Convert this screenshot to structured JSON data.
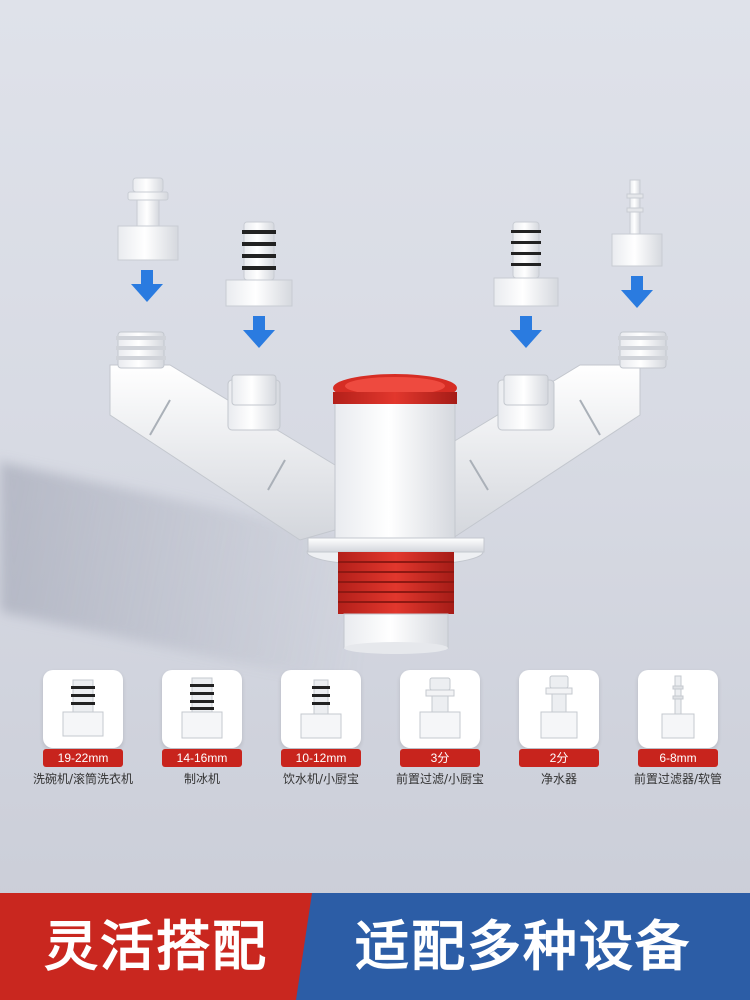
{
  "fittings": [
    {
      "size": "19-22mm",
      "use": "洗碗机/滚筒洗衣机",
      "icon": "barbed-hose-nut-icon"
    },
    {
      "size": "14-16mm",
      "use": "制冰机",
      "icon": "barbed-hose-nut-icon"
    },
    {
      "size": "10-12mm",
      "use": "饮水机/小厨宝",
      "icon": "barbed-hose-nut-icon"
    },
    {
      "size": "3分",
      "use": "前置过滤/小厨宝",
      "icon": "quick-connect-icon"
    },
    {
      "size": "2分",
      "use": "净水器",
      "icon": "quick-connect-icon"
    },
    {
      "size": "6-8mm",
      "use": "前置过滤器/软管",
      "icon": "pagoda-nozzle-icon"
    }
  ],
  "banner": {
    "left": "灵活搭配",
    "right": "适配多种设备"
  },
  "colors": {
    "accent_red": "#c9271f",
    "accent_blue": "#2c5da6",
    "arrow_blue": "#2a7be0"
  }
}
